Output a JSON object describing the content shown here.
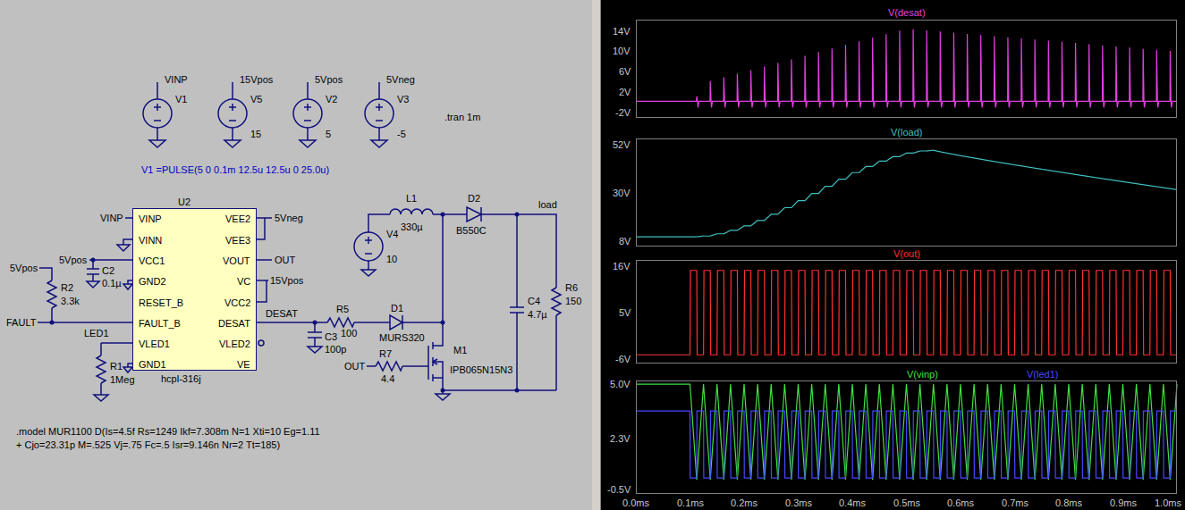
{
  "diagram": {
    "nodes": [
      {
        "text": [
          "U2",
          "VINP",
          "VINN",
          "VCC1",
          "GND2",
          "RESET_B",
          "FAULT_B",
          "VLED1",
          "GND1",
          "VEE2",
          "VEE3",
          "VOUT",
          "VC",
          "VCC2",
          "DESAT",
          "VLED2",
          "VE",
          "hcpl-316j"
        ]
      },
      {
        "text": [
          "V(desat)"
        ]
      },
      {
        "text": [
          "V(load)"
        ]
      },
      {
        "text": [
          "V(out)"
        ]
      },
      {
        "text": [
          "V(vinp)",
          "V(led1)"
        ]
      }
    ],
    "labels": [
      "VINP",
      "V1",
      "15Vpos",
      "V5",
      "15",
      "5Vpos",
      "V2",
      "5",
      "5Vneg",
      "V3",
      "-5",
      ".tran 1m",
      "V1 =PULSE(5 0 0.1m 12.5u 12.5u 0 25.0u)",
      "VINP",
      "5Vpos",
      "C2",
      "0.1µ",
      "5Vpos",
      "R2",
      "3.3k",
      "FAULT",
      "LED1",
      "R1",
      "1Meg",
      "5Vneg",
      "OUT",
      "15Vpos",
      "DESAT",
      "L1",
      "D2",
      "load",
      "V4",
      "330µ",
      "B550C",
      "R5",
      "D1",
      "100",
      "MURS320",
      "C3",
      "10",
      "100p",
      "C4",
      "R6",
      "4.7µ",
      "150",
      "M1",
      "R7",
      "OUT",
      "IPB065N15N3",
      "4.4",
      ".model MUR1100 D(Is=4.5f Rs=1249 Ikf=7.308m N=1 Xti=10 Eg=1.11",
      "+ Cjo=23.31p M=.525 Vj=.75 Fc=.5 Isr=9.146n Nr=2 Tt=185)",
      "14V",
      "10V",
      "6V",
      "2V",
      "-2V",
      "52V",
      "30V",
      "8V",
      "16V",
      "5V",
      "-6V",
      "5.0V",
      "2.3V",
      "-0.5V",
      "0.0ms",
      "0.1ms",
      "0.2ms",
      "0.3ms",
      "0.4ms",
      "0.5ms",
      "0.6ms",
      "0.7ms",
      "0.8ms",
      "0.9ms",
      "1.0ms"
    ]
  }
}
